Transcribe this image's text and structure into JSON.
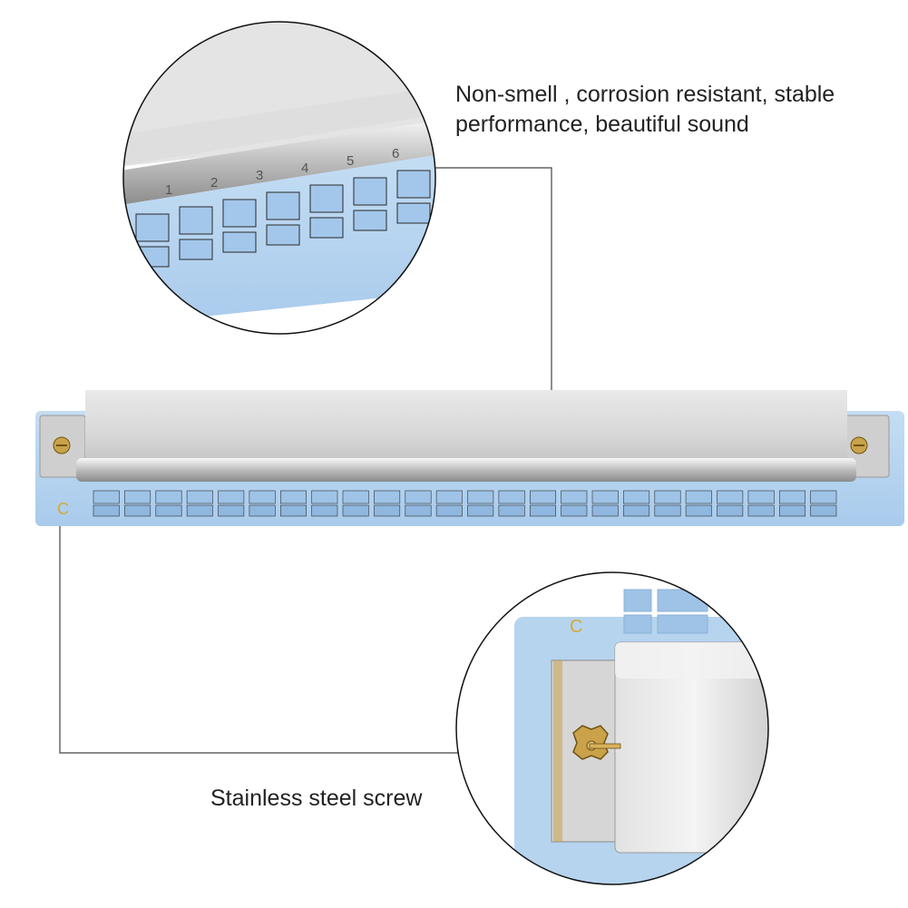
{
  "captions": {
    "material_line1": "Non-smell , corrosion resistant, stable",
    "material_line2": "performance, beautiful sound",
    "screw": "Stainless steel screw"
  },
  "harmonica": {
    "key_label": "C",
    "hole_count": 24,
    "hole_numbers_zoom": [
      "1",
      "2",
      "3",
      "4",
      "5",
      "6"
    ]
  },
  "colors": {
    "body_blue": "#b3d3ef",
    "steel": "#dcdcdc",
    "brass": "#c9a24a",
    "key_label": "#d4a93a"
  }
}
